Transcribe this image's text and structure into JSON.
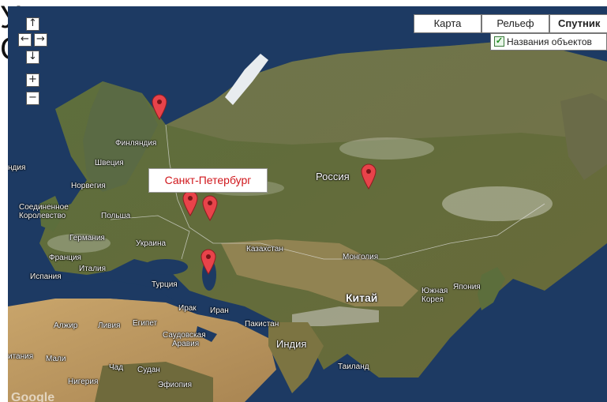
{
  "heading_fragments": [
    "У",
    "С"
  ],
  "map_types": [
    {
      "label": "Карта",
      "active": false
    },
    {
      "label": "Рельеф",
      "active": false
    },
    {
      "label": "Спутник",
      "active": true
    }
  ],
  "labels_toggle": {
    "label": "Названия объектов",
    "checked": true
  },
  "controls": {
    "pan_up": "↑",
    "pan_left": "←",
    "pan_right": "→",
    "pan_down": "↓",
    "zoom_in": "+",
    "zoom_out": "−"
  },
  "callout": "Санкт-Петербург",
  "place_labels": {
    "finland": "Финляндия",
    "sweden": "Швеция",
    "norway": "Норвегия",
    "west_edge": "ндия",
    "uk_line1": "Соединенное",
    "uk_line2": "Королевство",
    "poland": "Польша",
    "germany": "Германия",
    "ukraine": "Украина",
    "france": "Франция",
    "italy": "Италия",
    "spain": "Испания",
    "turkey": "Турция",
    "russia": "Россия",
    "kazakhstan": "Казахстан",
    "mongolia": "Монголия",
    "china": "Китай",
    "south_korea_line1": "Южная",
    "south_korea_line2": "Корея",
    "japan": "Япония",
    "iraq": "Ирак",
    "iran": "Иран",
    "pakistan": "Пакистан",
    "india": "Индия",
    "thailand": "Таиланд",
    "algeria": "Алжир",
    "libya": "Ливия",
    "egypt": "Египет",
    "saudi_line1": "Саудовская",
    "saudi_line2": "Аравия",
    "mauritania": "итания",
    "mali": "Мали",
    "chad": "Чад",
    "sudan": "Судан",
    "nigeria": "Нигерия",
    "ethiopia": "Эфиопия"
  },
  "google_logo": "Google",
  "colors": {
    "ocean": "#1d3a63",
    "marker": "#e8434a",
    "callout_text": "#d0161b"
  }
}
